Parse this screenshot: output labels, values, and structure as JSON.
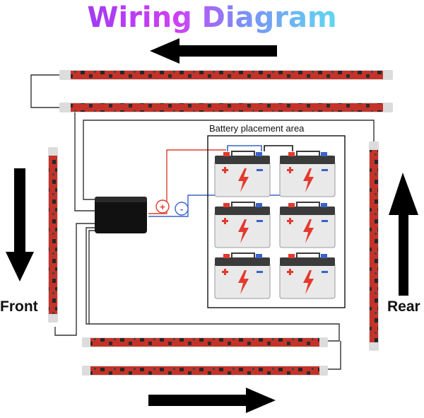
{
  "title": "Wiring Diagram",
  "battery_area_label": "Battery placement area",
  "positive_symbol": "+",
  "negative_symbol": "-",
  "front_label": "Front",
  "rear_label": "Rear",
  "colors": {
    "title_gradient": [
      "#a13cf2",
      "#d63ef5",
      "#6aa7f7",
      "#5fd8f0"
    ],
    "strip_red": "#c4332a",
    "strip_chip": "#262626",
    "strip_cap": "#dcdcdc",
    "wire_positive": "#e23b2e",
    "wire_negative": "#3a63c9",
    "battery_body": "#e9e9e9",
    "battery_top": "#3b3b3b",
    "bolt": "#e23b2e",
    "arrow": "#000000"
  }
}
